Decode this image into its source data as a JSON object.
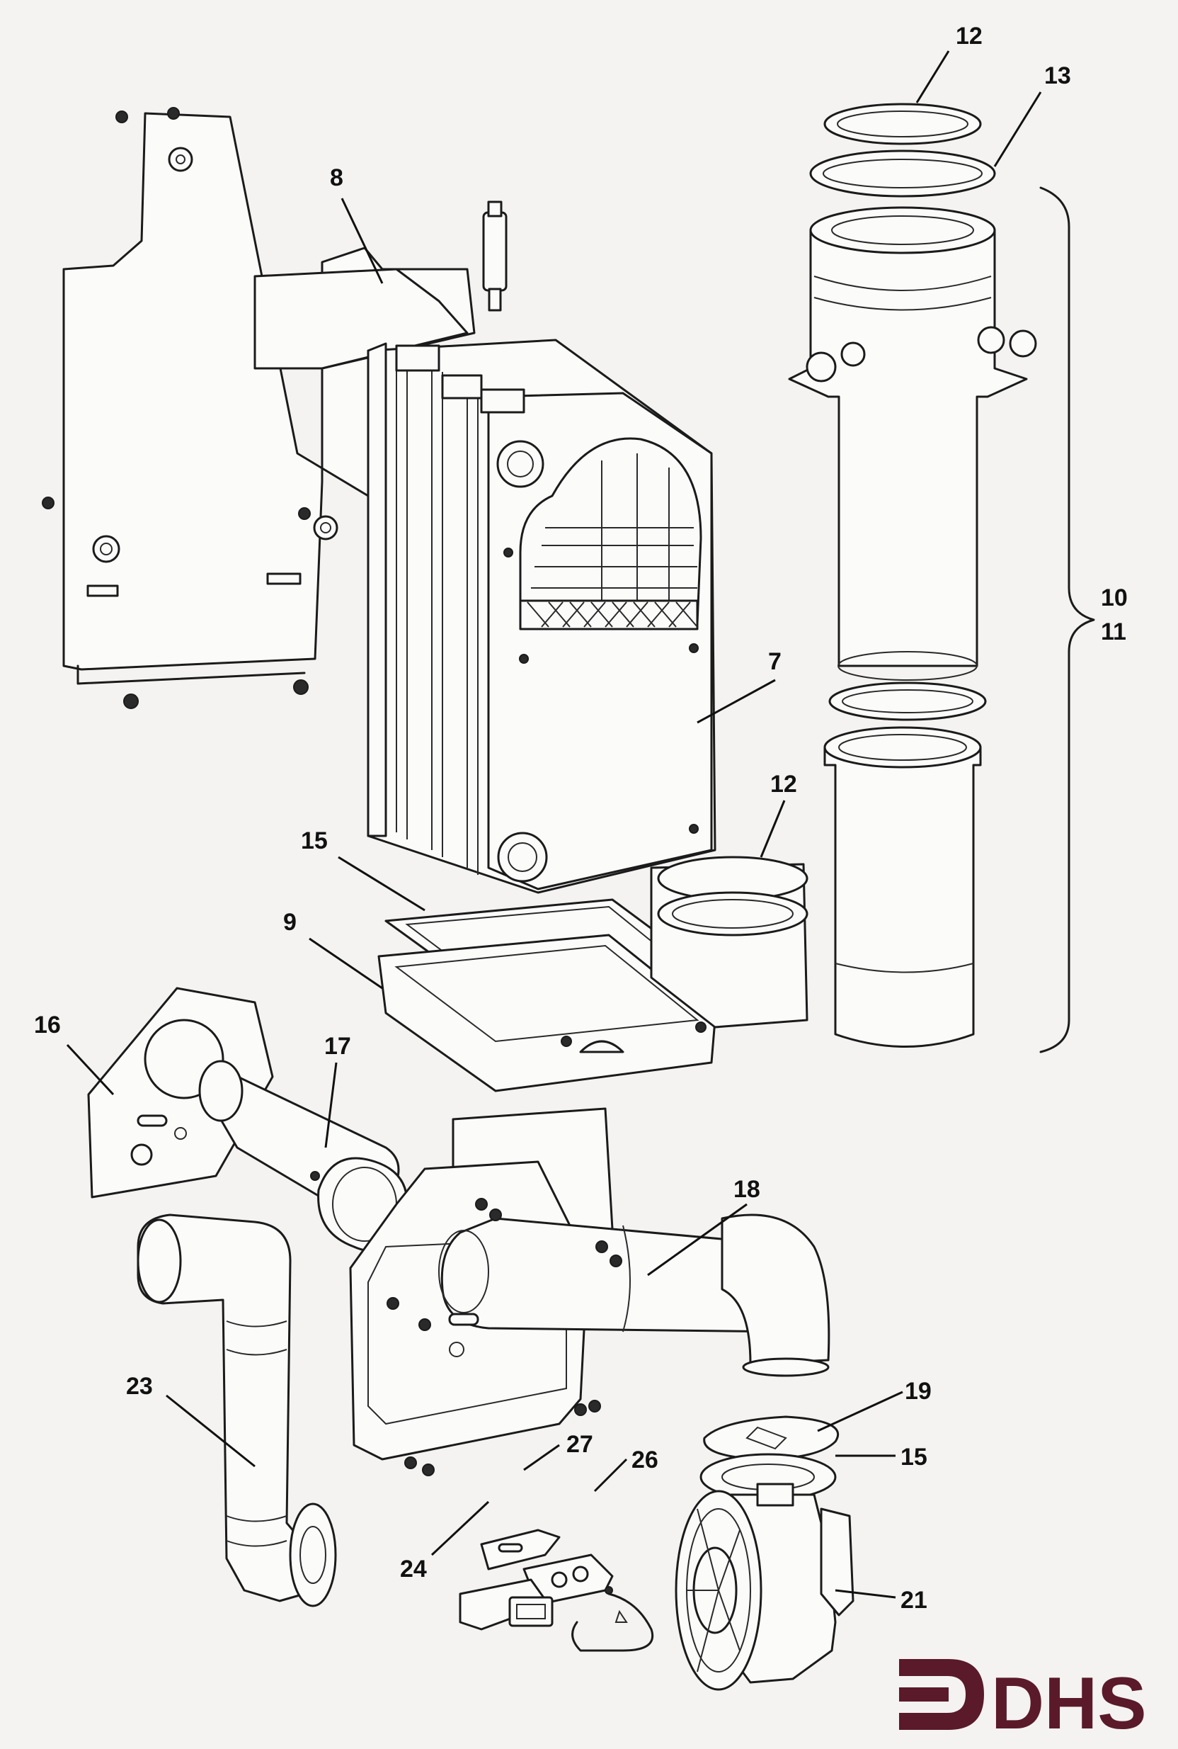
{
  "diagram": {
    "callouts": [
      {
        "id": "c12-top",
        "text": "12"
      },
      {
        "id": "c13",
        "text": "13"
      },
      {
        "id": "c8",
        "text": "8"
      },
      {
        "id": "c10",
        "text": "10"
      },
      {
        "id": "c11",
        "text": "11"
      },
      {
        "id": "c7",
        "text": "7"
      },
      {
        "id": "c12-mid",
        "text": "12"
      },
      {
        "id": "c15-top",
        "text": "15"
      },
      {
        "id": "c9",
        "text": "9"
      },
      {
        "id": "c16",
        "text": "16"
      },
      {
        "id": "c17",
        "text": "17"
      },
      {
        "id": "c18",
        "text": "18"
      },
      {
        "id": "c19",
        "text": "19"
      },
      {
        "id": "c15-bot",
        "text": "15"
      },
      {
        "id": "c23",
        "text": "23"
      },
      {
        "id": "c27",
        "text": "27"
      },
      {
        "id": "c26",
        "text": "26"
      },
      {
        "id": "c24",
        "text": "24"
      },
      {
        "id": "c21",
        "text": "21"
      }
    ],
    "logo": {
      "text": "DHS",
      "color": "#5a1a2a"
    }
  }
}
